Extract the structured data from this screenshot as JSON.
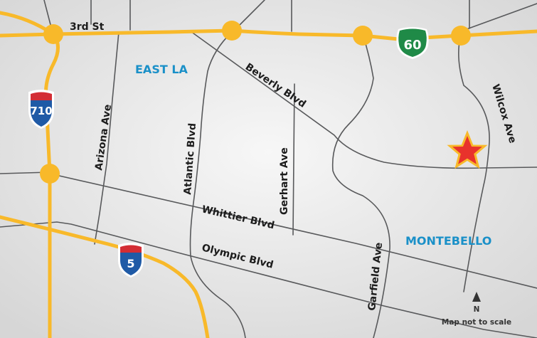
{
  "map": {
    "areas": {
      "east_la": "EAST LA",
      "montebello": "MONTEBELLO"
    },
    "streets": {
      "third": "3rd St",
      "beverly": "Beverly Blvd",
      "arizona": "Arizona Ave",
      "atlantic": "Atlantic Blvd",
      "gerhart": "Gerhart Ave",
      "whittier": "Whittier Blvd",
      "olympic": "Olympic Blvd",
      "garfield": "Garfield Ave",
      "wilcox": "Wilcox Ave"
    },
    "shields": {
      "i710": "710",
      "i5": "5",
      "ca60": "60"
    },
    "compass": "N",
    "note": "Map not to scale",
    "colors": {
      "freeway": "#f8b92a",
      "street": "#58595b",
      "area_label": "#1a90c8",
      "interstate_blue": "#1f5aa6",
      "interstate_red": "#d32d34",
      "state_route_green": "#1f8a47",
      "star_fill": "#e8322c",
      "star_outline": "#f8b92a"
    },
    "icons": {
      "destination": "star-marker-icon",
      "north": "north-arrow-icon"
    }
  }
}
